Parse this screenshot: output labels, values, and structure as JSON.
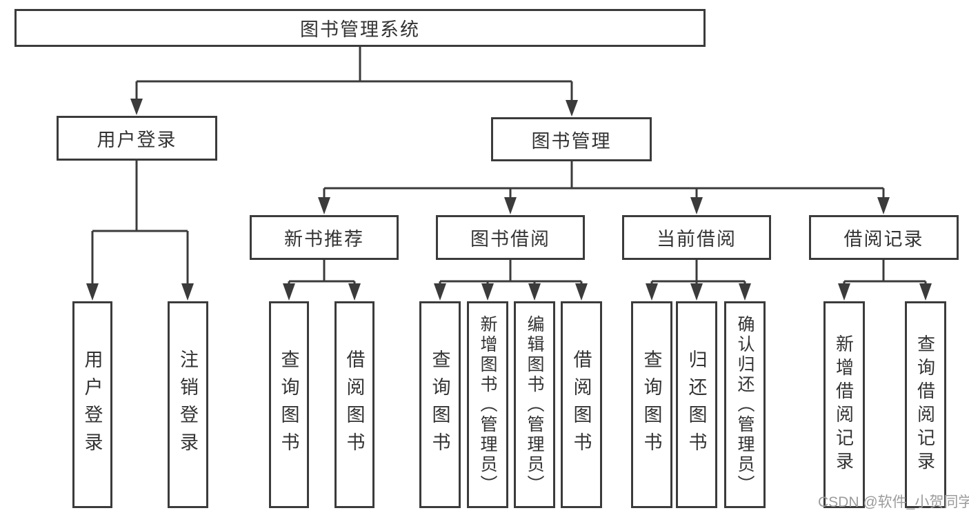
{
  "diagram": {
    "root": {
      "label": "图书管理系统",
      "children": [
        {
          "label": "用户登录",
          "children": [
            {
              "label": "用户登录"
            },
            {
              "label": "注销登录"
            }
          ]
        },
        {
          "label": "图书管理",
          "children": [
            {
              "label": "新书推荐",
              "children": [
                {
                  "label": "查询图书"
                },
                {
                  "label": "借阅图书"
                }
              ]
            },
            {
              "label": "图书借阅",
              "children": [
                {
                  "label": "查询图书"
                },
                {
                  "label": "新增图书（管理员）"
                },
                {
                  "label": "编辑图书（管理员）"
                },
                {
                  "label": "借阅图书"
                }
              ]
            },
            {
              "label": "当前借阅",
              "children": [
                {
                  "label": "查询图书"
                },
                {
                  "label": "归还图书"
                },
                {
                  "label": "确认归还（管理员）"
                }
              ]
            },
            {
              "label": "借阅记录",
              "children": [
                {
                  "label": "新增借阅记录"
                },
                {
                  "label": "查询借阅记录"
                }
              ]
            }
          ]
        }
      ]
    },
    "watermark": "CSDN @软件_小贺同学",
    "colors": {
      "line": "#3b3b3b",
      "text": "#333333",
      "box_background": "#ffffff",
      "page_background": "#ffffff",
      "watermark": "#9b9b9b"
    }
  }
}
